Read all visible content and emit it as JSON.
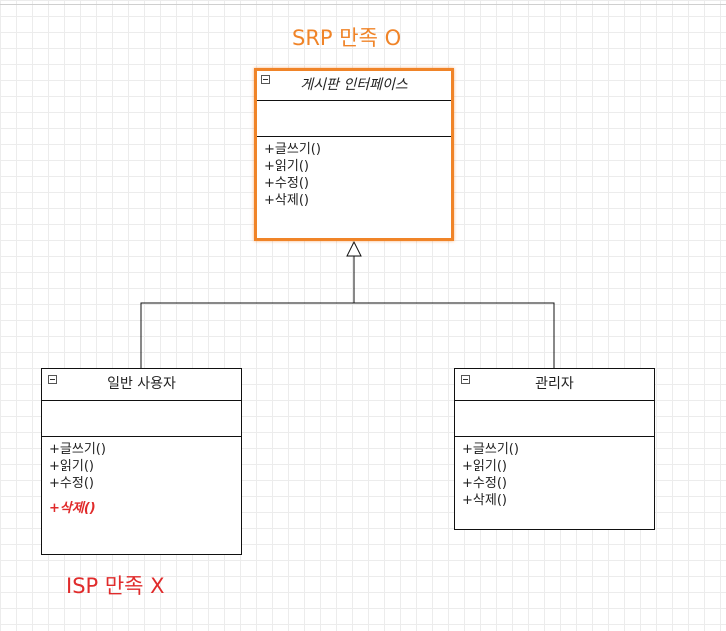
{
  "captions": {
    "srp": "SRP 만족 O",
    "isp": "ISP 만족 X"
  },
  "interface_box": {
    "title": "게시판 인터페이스",
    "operations": [
      "+글쓰기()",
      "+읽기()",
      "+수정()",
      "+삭제()"
    ]
  },
  "user_box": {
    "title": "일반 사용자",
    "operations": [
      "+글쓰기()",
      "+읽기()",
      "+수정()"
    ],
    "highlighted_operation": "+삭제()"
  },
  "admin_box": {
    "title": "관리자",
    "operations": [
      "+글쓰기()",
      "+읽기()",
      "+수정()",
      "+삭제()"
    ]
  },
  "colors": {
    "srp_accent": "#f08428",
    "isp_accent": "#e02b2b"
  }
}
